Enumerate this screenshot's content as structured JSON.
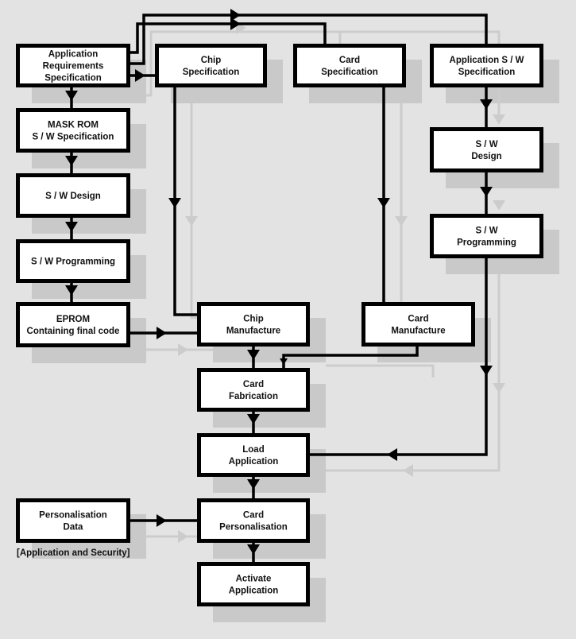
{
  "diagram": {
    "title": "Smart card application development flow",
    "colors": {
      "background": "#e3e3e3",
      "shadow": "#c9c9c9",
      "shadow_line": "#cccccc",
      "box_fill": "#ffffff",
      "line": "#000000"
    },
    "nodes": [
      {
        "id": "app_req_spec",
        "lines": [
          "Application",
          "Requirements",
          "Specification"
        ]
      },
      {
        "id": "chip_spec",
        "lines": [
          "Chip",
          "Specification"
        ]
      },
      {
        "id": "card_spec",
        "lines": [
          "Card",
          "Specification"
        ]
      },
      {
        "id": "app_sw_spec",
        "lines": [
          "Application S / W",
          "Specification"
        ]
      },
      {
        "id": "mask_rom_spec",
        "lines": [
          "MASK ROM",
          "S / W Specification"
        ]
      },
      {
        "id": "sw_design_left",
        "lines": [
          "S / W Design"
        ]
      },
      {
        "id": "sw_programming_left",
        "lines": [
          "S / W Programming"
        ]
      },
      {
        "id": "eprom",
        "lines": [
          "EPROM",
          "Containing final code"
        ]
      },
      {
        "id": "sw_design_right",
        "lines": [
          "S / W",
          "Design"
        ]
      },
      {
        "id": "sw_programming_right",
        "lines": [
          "S / W",
          "Programming"
        ]
      },
      {
        "id": "chip_manufacture",
        "lines": [
          "Chip",
          "Manufacture"
        ]
      },
      {
        "id": "card_manufacture",
        "lines": [
          "Card",
          "Manufacture"
        ]
      },
      {
        "id": "card_fabrication",
        "lines": [
          "Card",
          "Fabrication"
        ]
      },
      {
        "id": "load_application",
        "lines": [
          "Load",
          "Application"
        ]
      },
      {
        "id": "personalisation_data",
        "lines": [
          "Personalisation",
          "Data"
        ]
      },
      {
        "id": "card_personalisation",
        "lines": [
          "Card",
          "Personalisation"
        ]
      },
      {
        "id": "activate_application",
        "lines": [
          "Activate",
          "Application"
        ]
      }
    ],
    "annotations": [
      {
        "id": "pers_data_note",
        "text": "[Application and Security]"
      }
    ],
    "edges": [
      {
        "from": "app_req_spec",
        "to": "card_spec"
      },
      {
        "from": "app_req_spec",
        "to": "app_sw_spec"
      },
      {
        "from": "app_req_spec",
        "to": "chip_spec"
      },
      {
        "from": "app_req_spec",
        "to": "mask_rom_spec"
      },
      {
        "from": "mask_rom_spec",
        "to": "sw_design_left"
      },
      {
        "from": "sw_design_left",
        "to": "sw_programming_left"
      },
      {
        "from": "sw_programming_left",
        "to": "eprom"
      },
      {
        "from": "eprom",
        "to": "chip_manufacture"
      },
      {
        "from": "chip_spec",
        "to": "chip_manufacture"
      },
      {
        "from": "card_spec",
        "to": "card_manufacture"
      },
      {
        "from": "app_sw_spec",
        "to": "sw_design_right"
      },
      {
        "from": "sw_design_right",
        "to": "sw_programming_right"
      },
      {
        "from": "sw_programming_right",
        "to": "load_application"
      },
      {
        "from": "chip_manufacture",
        "to": "card_fabrication"
      },
      {
        "from": "card_manufacture",
        "to": "card_fabrication"
      },
      {
        "from": "card_fabrication",
        "to": "load_application"
      },
      {
        "from": "load_application",
        "to": "card_personalisation"
      },
      {
        "from": "personalisation_data",
        "to": "card_personalisation"
      },
      {
        "from": "card_personalisation",
        "to": "activate_application"
      }
    ]
  }
}
